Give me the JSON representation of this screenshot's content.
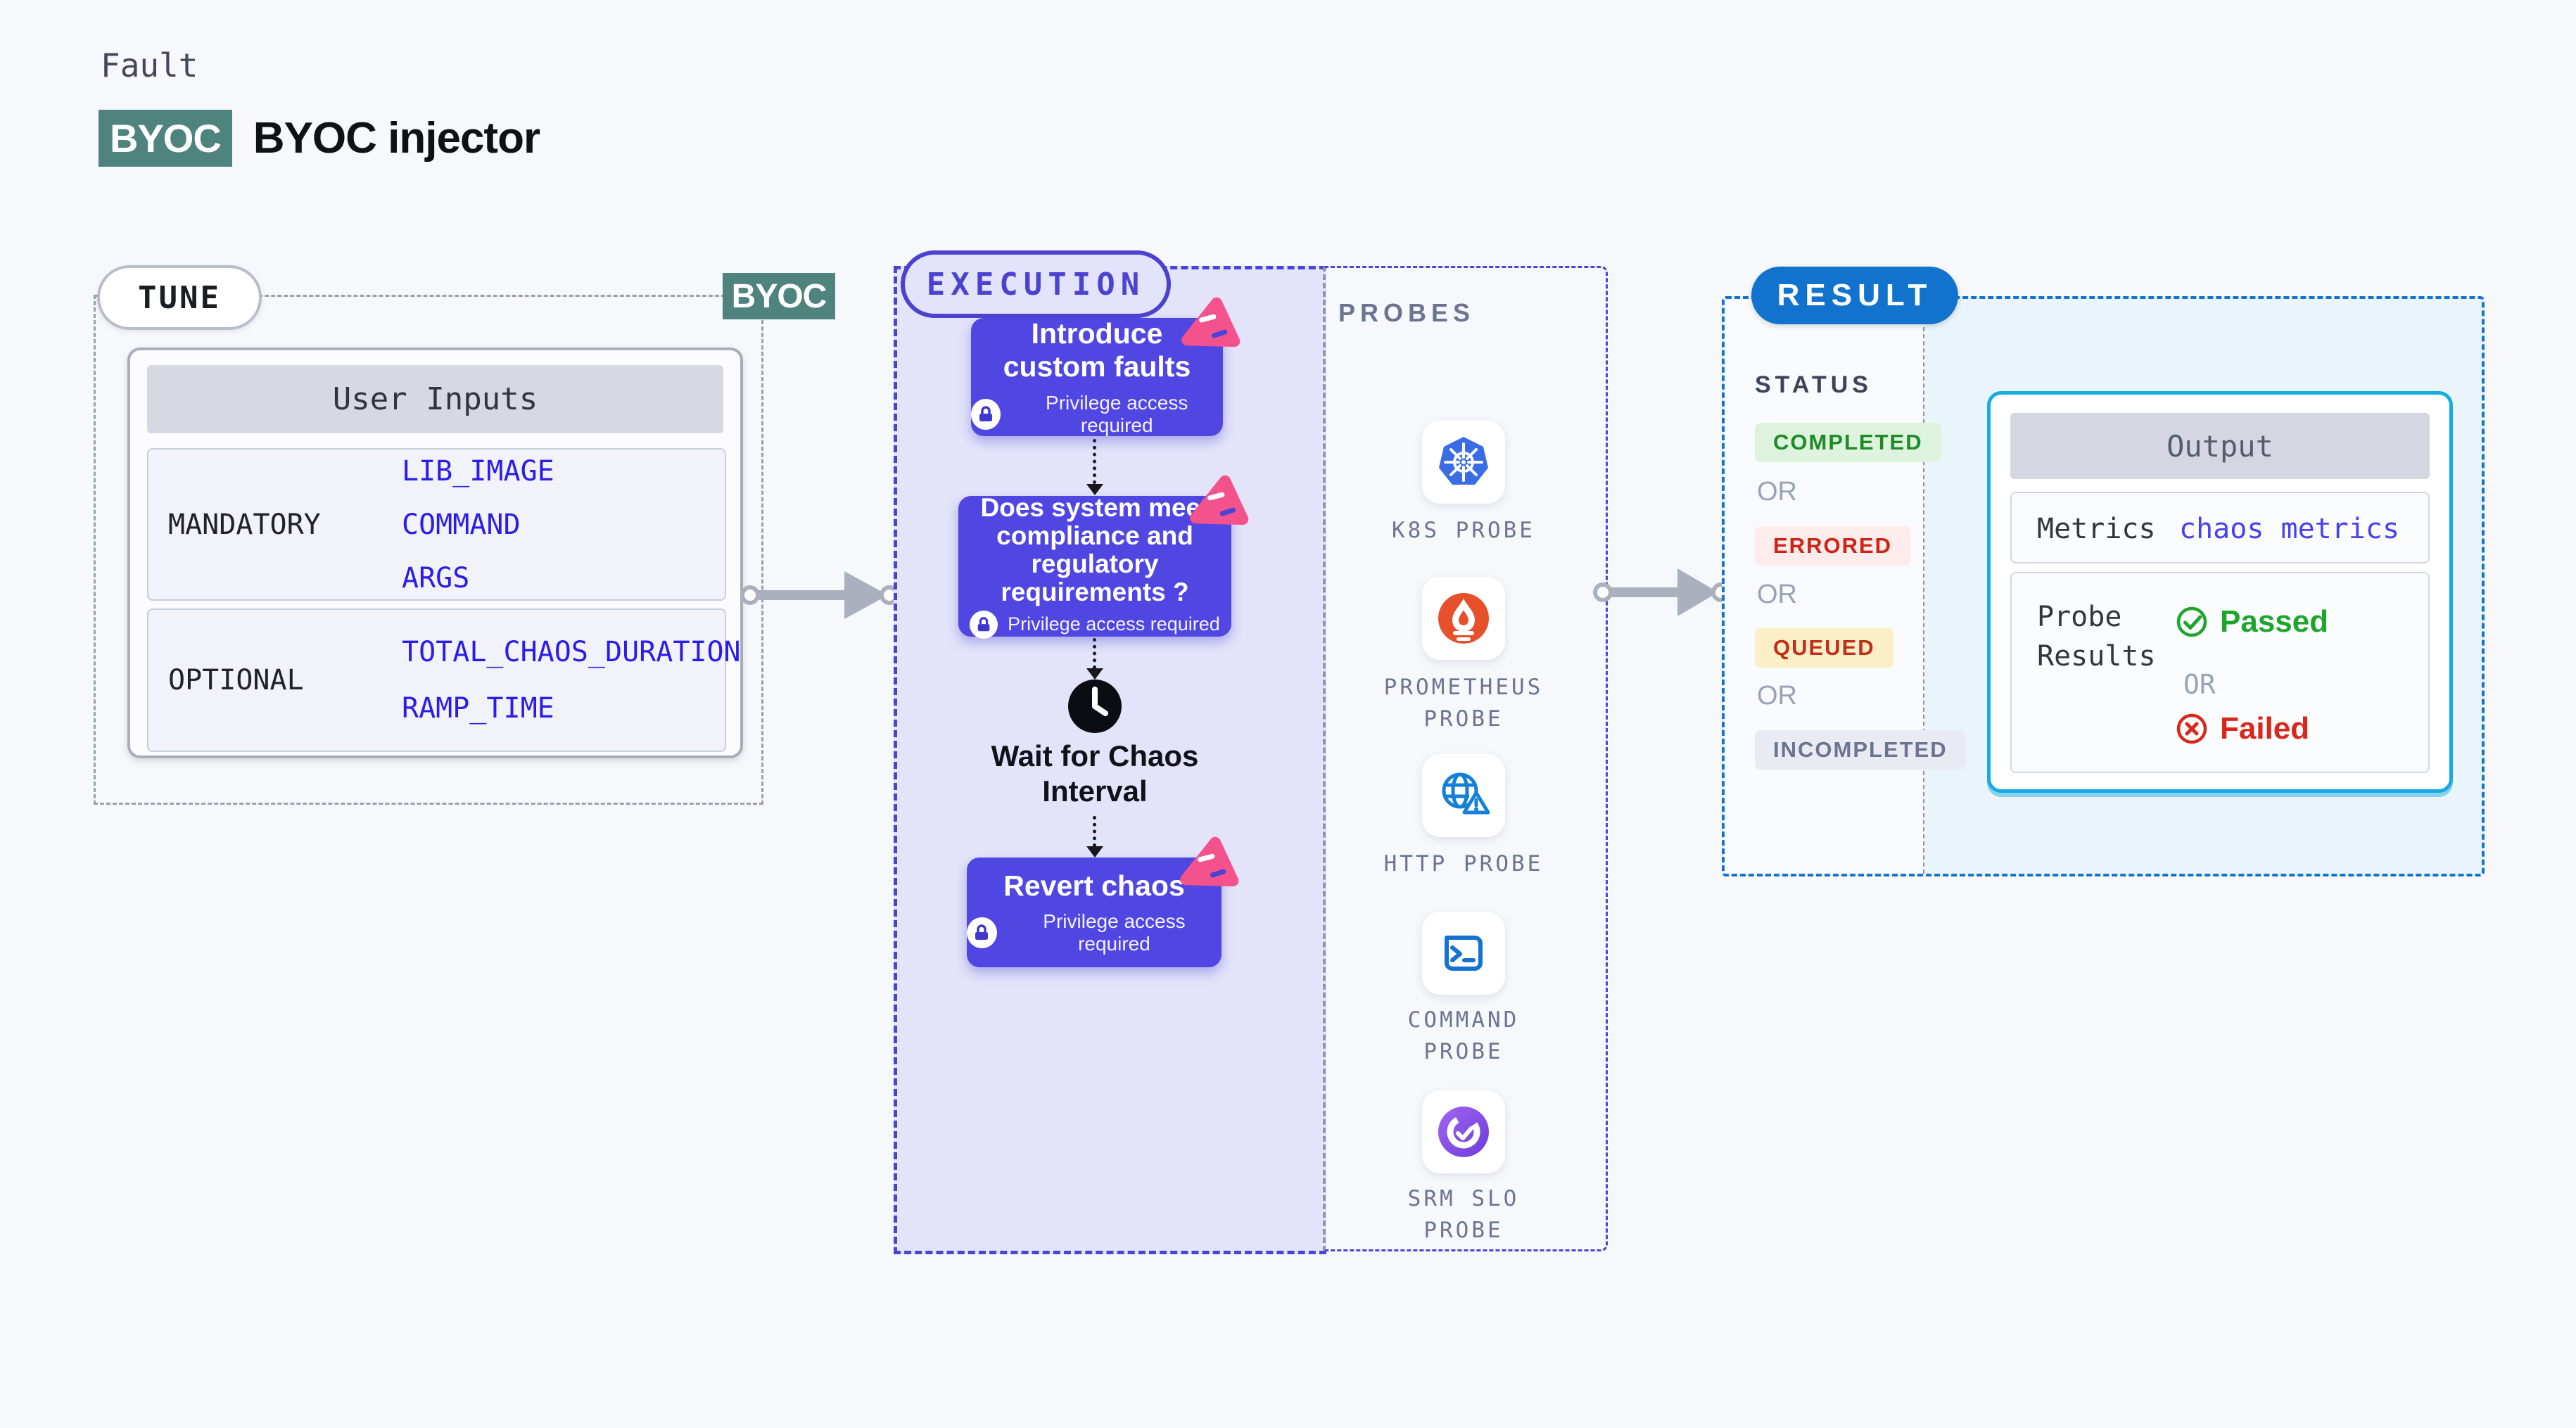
{
  "page": {
    "kicker": "Fault",
    "byoc_badge": "BYOC",
    "title": "BYOC injector"
  },
  "tune": {
    "label": "TUNE",
    "byoc_tag": "BYOC",
    "user_inputs": {
      "header": "User Inputs",
      "rows": [
        {
          "label": "MANDATORY",
          "values": [
            "LIB_IMAGE",
            "COMMAND",
            "ARGS"
          ]
        },
        {
          "label": "OPTIONAL",
          "values": [
            "TOTAL_CHAOS_DURATION",
            "RAMP_TIME"
          ]
        }
      ]
    }
  },
  "execution": {
    "label": "EXECUTION",
    "privilege_note": "Privilege access required",
    "steps": [
      {
        "title": "Introduce custom faults"
      },
      {
        "title": "Does system meet compliance and regulatory requirements ?"
      },
      {
        "title": "Wait for Chaos Interval"
      },
      {
        "title": "Revert chaos"
      }
    ]
  },
  "probes": {
    "label": "PROBES",
    "items": [
      {
        "name": "K8S PROBE",
        "icon": "kubernetes-icon"
      },
      {
        "name": "PROMETHEUS PROBE",
        "icon": "prometheus-icon"
      },
      {
        "name": "HTTP PROBE",
        "icon": "globe-warning-icon"
      },
      {
        "name": "COMMAND PROBE",
        "icon": "terminal-icon"
      },
      {
        "name": "SRM SLO PROBE",
        "icon": "slo-gauge-icon"
      }
    ]
  },
  "result": {
    "label": "RESULT",
    "status": {
      "label": "STATUS",
      "or": "OR",
      "badges": [
        "COMPLETED",
        "ERRORED",
        "QUEUED",
        "INCOMPLETED"
      ]
    },
    "output": {
      "header": "Output",
      "metrics_label": "Metrics",
      "metrics_value": "chaos metrics",
      "probe_results_label": "Probe Results",
      "passed": "Passed",
      "or": "OR",
      "failed": "Failed"
    }
  },
  "colors": {
    "teal": "#4f837e",
    "indigo": "#4a44d6",
    "card_indigo": "#5047e3",
    "purple_bg": "#e3e3fa",
    "pink": "#f4528c",
    "blue_value": "#2b1de8",
    "result_blue": "#1273ce",
    "cyan": "#16abe2",
    "green": "#1ea52b",
    "red": "#d8281c",
    "completed_bg": "#def3de",
    "errored_bg": "#fdecec",
    "queued_bg": "#fcefc8",
    "incompleted_bg": "#e9eaf2",
    "slate": "#6d7490"
  }
}
